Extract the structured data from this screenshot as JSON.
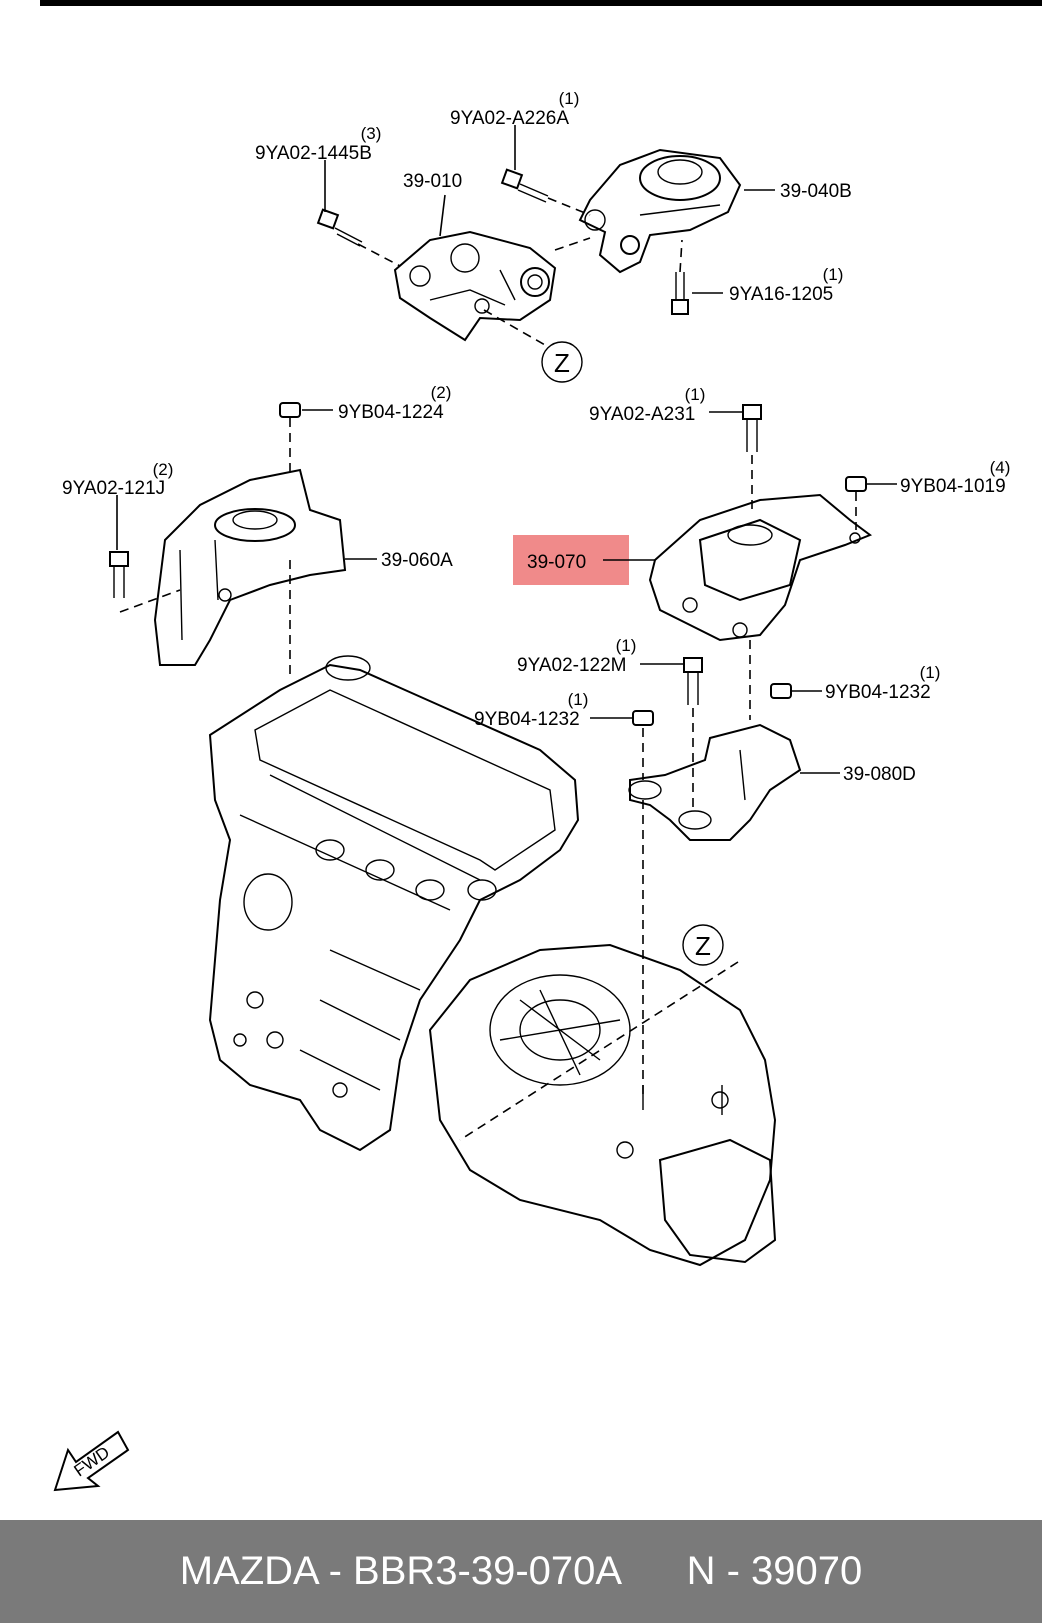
{
  "footer": {
    "brand_part": "MAZDA - BBR3-39-070A",
    "number": "N - 39070"
  },
  "highlight_color": "#f08a8a",
  "fwd_label": "FWD",
  "callouts": [
    {
      "id": "9ya02-a226a",
      "code": "9YA02-A226A",
      "qty": "(1)"
    },
    {
      "id": "9ya02-1445b",
      "code": "9YA02-1445B",
      "qty": "(3)"
    },
    {
      "id": "39-010",
      "code": "39-010",
      "qty": ""
    },
    {
      "id": "39-040b",
      "code": "39-040B",
      "qty": ""
    },
    {
      "id": "9ya16-1205",
      "code": "9YA16-1205",
      "qty": "(1)"
    },
    {
      "id": "9yb04-1224",
      "code": "9YB04-1224",
      "qty": "(2)"
    },
    {
      "id": "9ya02-a231",
      "code": "9YA02-A231",
      "qty": "(1)"
    },
    {
      "id": "9ya02-121j",
      "code": "9YA02-121J",
      "qty": "(2)"
    },
    {
      "id": "9yb04-1019",
      "code": "9YB04-1019",
      "qty": "(4)"
    },
    {
      "id": "39-060a",
      "code": "39-060A",
      "qty": ""
    },
    {
      "id": "39-070",
      "code": "39-070",
      "qty": "",
      "highlighted": true
    },
    {
      "id": "9ya02-122m",
      "code": "9YA02-122M",
      "qty": "(1)"
    },
    {
      "id": "9yb04-1232-a",
      "code": "9YB04-1232",
      "qty": "(1)"
    },
    {
      "id": "9yb04-1232-b",
      "code": "9YB04-1232",
      "qty": "(1)"
    },
    {
      "id": "39-080d",
      "code": "39-080D",
      "qty": ""
    }
  ],
  "zone_markers": [
    "Z",
    "Z"
  ]
}
